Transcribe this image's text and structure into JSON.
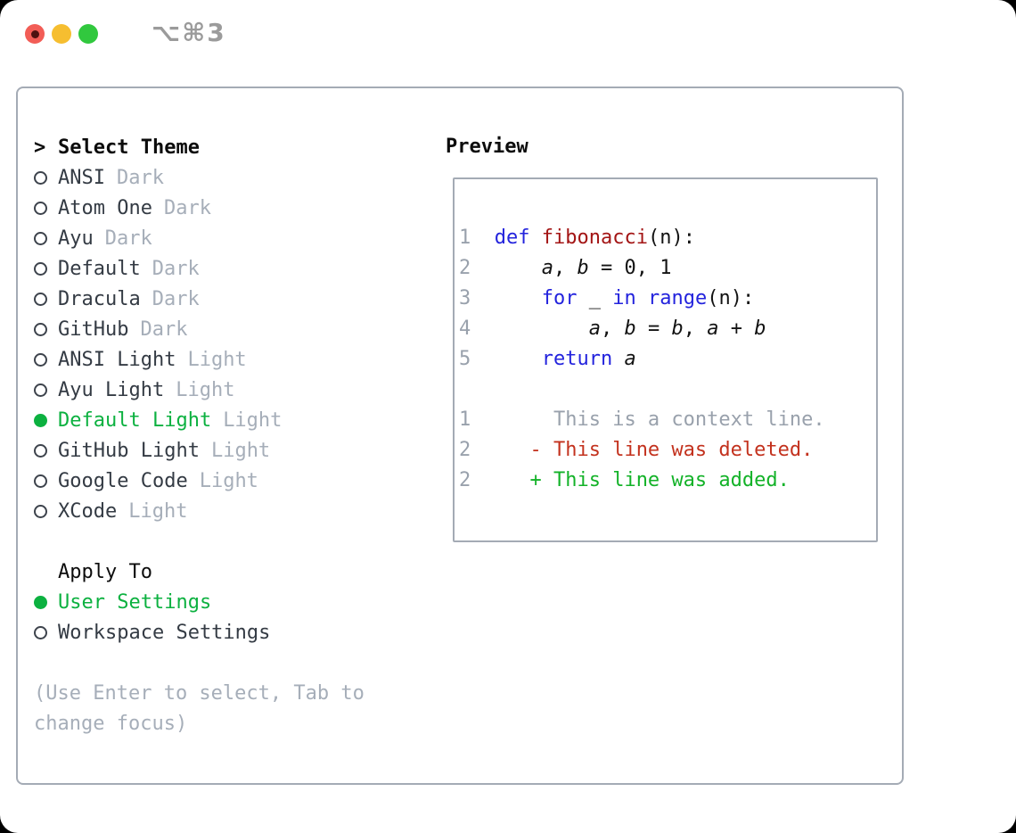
{
  "window": {
    "shortcut_label": "⌥⌘3"
  },
  "colors": {
    "accent_green": "#0cb140",
    "keyword_blue": "#2323dd",
    "function_red": "#a31515",
    "code_text": "#131313",
    "gutter_gray": "#99a1ac",
    "deleted_red": "#c3321e",
    "added_green": "#13b228",
    "muted_gray": "#a6aeb9",
    "theme_name_dark": "#343b44",
    "border_gray": "#a4abb5",
    "traffic_red": "#f25d56",
    "traffic_red_dot": "#4d1210",
    "traffic_yellow": "#f6be30",
    "traffic_green": "#31c83e",
    "shortcut_gray": "#9b9b9b"
  },
  "theme_panel": {
    "selector_prefix": ">",
    "title": "Select Theme",
    "themes": [
      {
        "name": "ANSI",
        "variant": "Dark",
        "selected": false
      },
      {
        "name": "Atom One",
        "variant": "Dark",
        "selected": false
      },
      {
        "name": "Ayu",
        "variant": "Dark",
        "selected": false
      },
      {
        "name": "Default",
        "variant": "Dark",
        "selected": false
      },
      {
        "name": "Dracula",
        "variant": "Dark",
        "selected": false
      },
      {
        "name": "GitHub",
        "variant": "Dark",
        "selected": false
      },
      {
        "name": "ANSI Light",
        "variant": "Light",
        "selected": false
      },
      {
        "name": "Ayu Light",
        "variant": "Light",
        "selected": false
      },
      {
        "name": "Default Light",
        "variant": "Light",
        "selected": true
      },
      {
        "name": "GitHub Light",
        "variant": "Light",
        "selected": false
      },
      {
        "name": "Google Code",
        "variant": "Light",
        "selected": false
      },
      {
        "name": "XCode",
        "variant": "Light",
        "selected": false
      }
    ],
    "apply_to": {
      "title": "Apply To",
      "options": [
        {
          "name": "User Settings",
          "selected": true
        },
        {
          "name": "Workspace Settings",
          "selected": false
        }
      ]
    },
    "help_lines": [
      "(Use Enter to select, Tab to",
      "change focus)"
    ]
  },
  "preview": {
    "title": "Preview",
    "code_lines": [
      {
        "num": "1",
        "tokens": [
          {
            "t": "def",
            "c": "kw"
          },
          {
            "t": " "
          },
          {
            "t": "fibonacci",
            "c": "fn"
          },
          {
            "t": "(n):"
          }
        ]
      },
      {
        "num": "2",
        "tokens": [
          {
            "t": "    "
          },
          {
            "t": "a",
            "c": "var"
          },
          {
            "t": ", "
          },
          {
            "t": "b",
            "c": "var"
          },
          {
            "t": " = 0, 1"
          }
        ]
      },
      {
        "num": "3",
        "tokens": [
          {
            "t": "    "
          },
          {
            "t": "for",
            "c": "kw"
          },
          {
            "t": " _ "
          },
          {
            "t": "in",
            "c": "kw"
          },
          {
            "t": " "
          },
          {
            "t": "range",
            "c": "kw"
          },
          {
            "t": "(n):"
          }
        ]
      },
      {
        "num": "4",
        "tokens": [
          {
            "t": "        "
          },
          {
            "t": "a",
            "c": "var"
          },
          {
            "t": ", "
          },
          {
            "t": "b",
            "c": "var"
          },
          {
            "t": " = "
          },
          {
            "t": "b",
            "c": "var"
          },
          {
            "t": ", "
          },
          {
            "t": "a",
            "c": "var"
          },
          {
            "t": " + "
          },
          {
            "t": "b",
            "c": "var"
          }
        ]
      },
      {
        "num": "5",
        "tokens": [
          {
            "t": "    "
          },
          {
            "t": "return",
            "c": "kw"
          },
          {
            "t": " "
          },
          {
            "t": "a",
            "c": "var"
          }
        ]
      }
    ],
    "diff_lines": [
      {
        "num": "1",
        "marker": "",
        "kind": "context",
        "text": "This is a context line."
      },
      {
        "num": "2",
        "marker": "-",
        "kind": "del",
        "text": "This line was deleted."
      },
      {
        "num": "2",
        "marker": "+",
        "kind": "add",
        "text": "This line was added."
      }
    ]
  }
}
